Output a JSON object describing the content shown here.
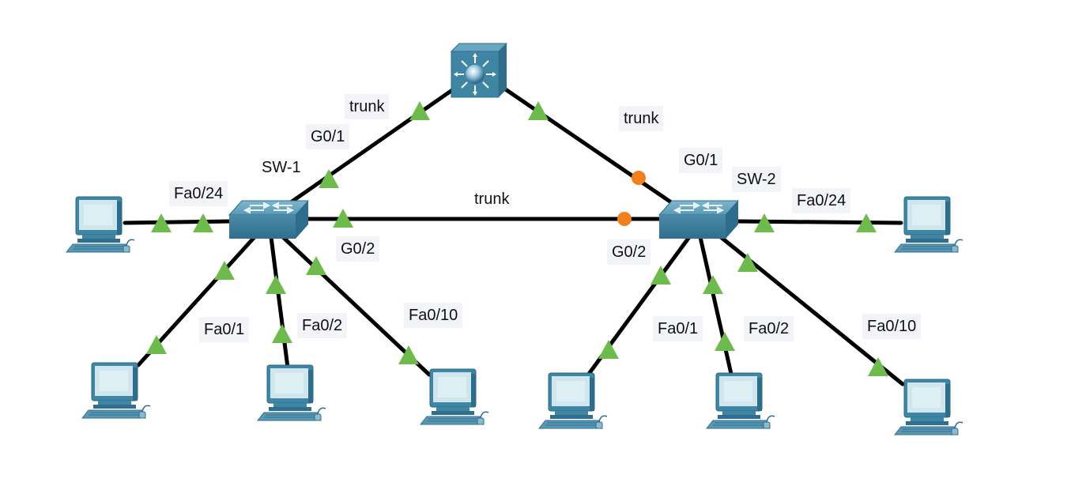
{
  "devices": {
    "core": {
      "kind": "multilayer-switch"
    },
    "sw1": {
      "label": "SW-1"
    },
    "sw2": {
      "label": "SW-2"
    }
  },
  "links": {
    "sw1_core": {
      "label": "trunk",
      "port": "G0/1"
    },
    "sw2_core": {
      "label": "trunk",
      "port": "G0/1"
    },
    "sw1_sw2": {
      "label": "trunk",
      "sw1_port": "G0/2",
      "sw2_port": "G0/2"
    },
    "sw1_pcs": {
      "uplink": "Fa0/24",
      "p1": "Fa0/1",
      "p2": "Fa0/2",
      "p3": "Fa0/10"
    },
    "sw2_pcs": {
      "uplink": "Fa0/24",
      "p1": "Fa0/1",
      "p2": "Fa0/2",
      "p3": "Fa0/10"
    }
  },
  "status_colors": {
    "up": "#6dbb4a",
    "blocking": "#f2801c",
    "link": "#000000"
  }
}
